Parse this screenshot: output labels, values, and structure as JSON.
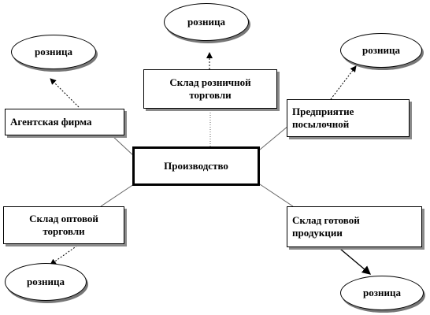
{
  "diagram": {
    "center": "Производство",
    "nodes": {
      "retail_warehouse": [
        "Склад розничной",
        "торговли"
      ],
      "agent_firm": [
        "Агентская фирма"
      ],
      "mail_order": [
        "Предприятие",
        "посылочной"
      ],
      "wholesale_warehouse": [
        "Склад оптовой",
        "торговли"
      ],
      "finished_goods": [
        "Склад готовой",
        "продукции"
      ]
    },
    "retail": {
      "top": "розница",
      "upper_left": "розница",
      "upper_right": "розница",
      "lower_left": "розница",
      "lower_right": "розница"
    }
  }
}
